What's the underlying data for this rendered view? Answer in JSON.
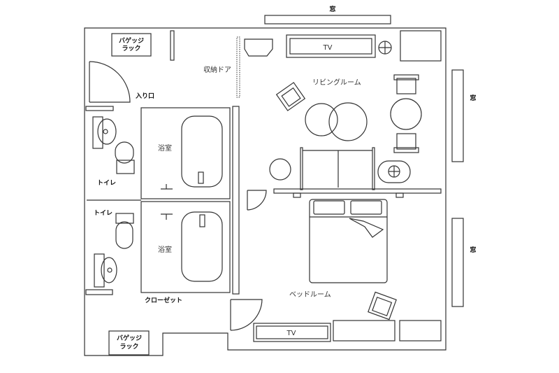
{
  "labels": {
    "window": "窓",
    "luggage_rack": [
      "バゲッジ",
      "ラック"
    ],
    "storage_door": "収納ドア",
    "tv": "TV",
    "living_room": "リビングルーム",
    "entrance": "入り口",
    "bathroom": "浴室",
    "toilet": "トイレ",
    "closet": "クローゼット",
    "bedroom": "ベッドルーム"
  },
  "colors": {
    "line": "#333333",
    "background": "#ffffff"
  }
}
